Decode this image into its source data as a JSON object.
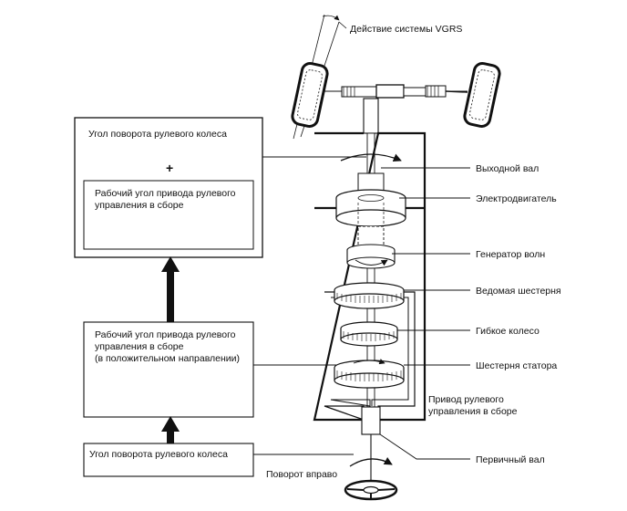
{
  "title": "Действие системы VGRS",
  "left_boxes": {
    "top_box": {
      "line1": "Угол поворота рулевого колеса",
      "plus": "+",
      "inner_line1": "Рабочий угол привода рулевого",
      "inner_line2": "управления в сборе"
    },
    "middle_box": {
      "line1": "Рабочий угол привода рулевого",
      "line2": "управления в сборе",
      "line3": "(в положительном направлении)"
    },
    "bottom_box": {
      "line1": "Угол поворота рулевого колеса"
    }
  },
  "labels": {
    "output_shaft": "Выходной вал",
    "motor": "Электродвигатель",
    "wave_generator": "Генератор волн",
    "driven_gear": "Ведомая шестерня",
    "flexspline": "Гибкое колесо",
    "stator_gear": "Шестерня статора",
    "actuator_line1": "Привод рулевого",
    "actuator_line2": "управления в сборе",
    "input_shaft": "Первичный вал",
    "turn_right": "Поворот вправо"
  }
}
